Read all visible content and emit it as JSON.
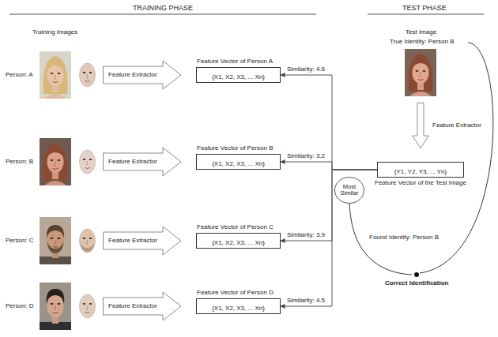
{
  "diagram": {
    "nodes": [
      {
        "text": [
          "Feature Extractor"
        ]
      },
      {
        "text": [
          "Feature Vector of Person A",
          "{X1, X2, X3, ... Xn}"
        ]
      },
      {
        "text": [
          "Feature Extractor"
        ]
      },
      {
        "text": [
          "Feature Vector of Person B",
          "{X1, X2, X3, ... Xn}"
        ]
      },
      {
        "text": [
          "Feature Extractor"
        ]
      },
      {
        "text": [
          "Feature Vector of Person C",
          "{X1, X2, X3, ... Xn}"
        ]
      },
      {
        "text": [
          "Feature Extractor"
        ]
      },
      {
        "text": [
          "Feature Vector of Person D",
          "{X1, X2, X3, ... Xn}"
        ]
      },
      {
        "text": [
          "Most Similar"
        ]
      },
      {
        "text": [
          "Feature Extractor"
        ]
      },
      {
        "text": [
          "{Y1, Y2, Y3, ... Yn}",
          "Feature Vector of the Test Image"
        ]
      }
    ],
    "edges": [
      {
        "from": 10,
        "to": 1,
        "arrow": "to",
        "label": "Similarity: 4.6"
      },
      {
        "from": 10,
        "to": 3,
        "arrow": "to",
        "label": "Similarity: 3.2"
      },
      {
        "from": 10,
        "to": 5,
        "arrow": "to",
        "label": "Similarity: 3.9"
      },
      {
        "from": 10,
        "to": 7,
        "arrow": "to",
        "label": "Similarity: 4.5"
      }
    ],
    "labels": [
      "TRAINING PHASE",
      "TEST PHASE",
      "Training Images",
      "Person: A",
      "Person: B",
      "Person: C",
      "Person: D",
      "Test Image",
      "True Identity: Person B",
      "Found Identity: Person B",
      "Correct Identification"
    ]
  }
}
